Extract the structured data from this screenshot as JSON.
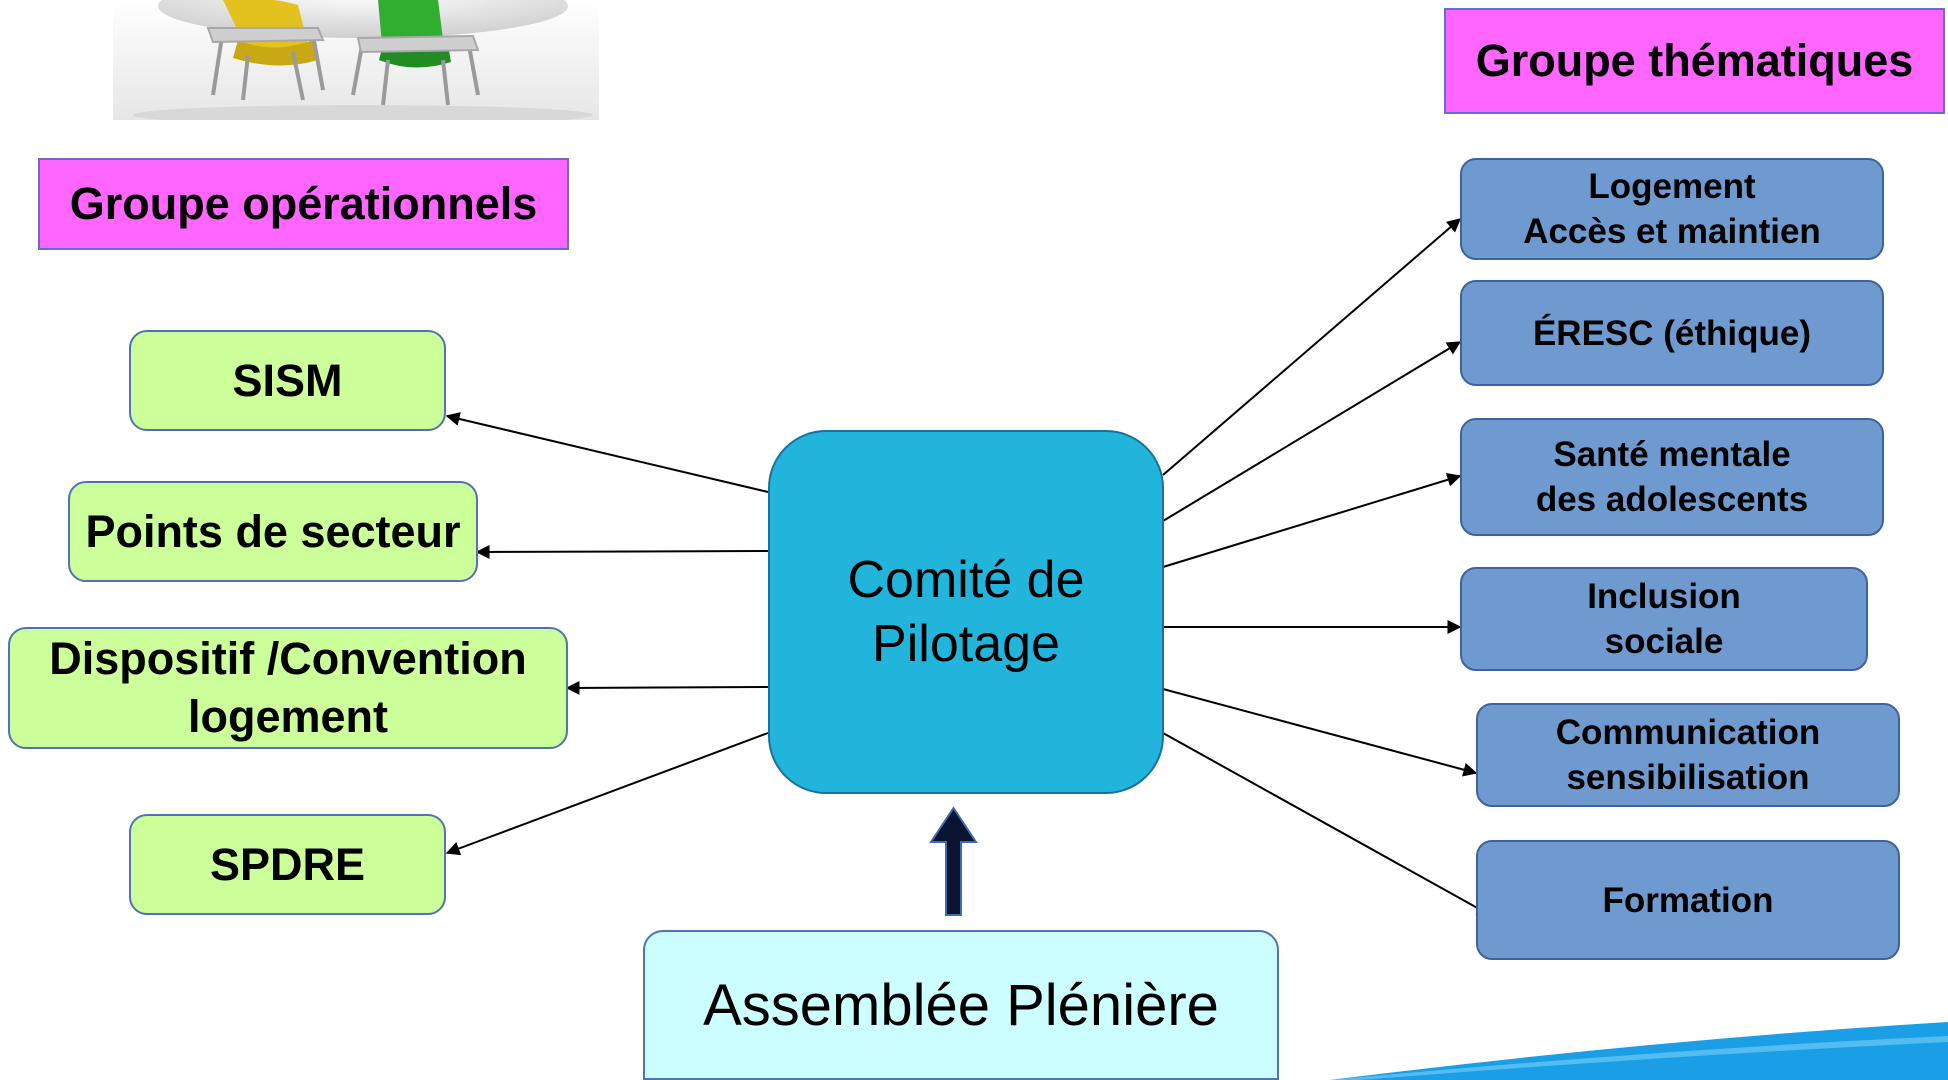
{
  "diagram": {
    "header_left": "Groupe opérationnels",
    "header_right": "Groupe thématiques",
    "center": [
      "Comité de",
      "Pilotage"
    ],
    "plenary": "Assemblée Plénière",
    "operational_groups": [
      [
        "SISM"
      ],
      [
        "Points de secteur"
      ],
      [
        "Dispositif /Convention",
        "logement"
      ],
      [
        "SPDRE"
      ]
    ],
    "thematic_groups": [
      [
        "Logement",
        "Accès et maintien"
      ],
      [
        "ÉRESC (éthique)"
      ],
      [
        "Santé mentale",
        "des adolescents"
      ],
      [
        "Inclusion",
        "sociale"
      ],
      [
        "Communication",
        "sensibilisation"
      ],
      [
        "Formation"
      ]
    ],
    "colors": {
      "header": "#ff66ff",
      "operational": "#ccff99",
      "thematic": "#6e9acf",
      "center": "#22b5dc",
      "plenary": "#ccfdff",
      "accent_swoosh": "#1a9ee6"
    }
  }
}
